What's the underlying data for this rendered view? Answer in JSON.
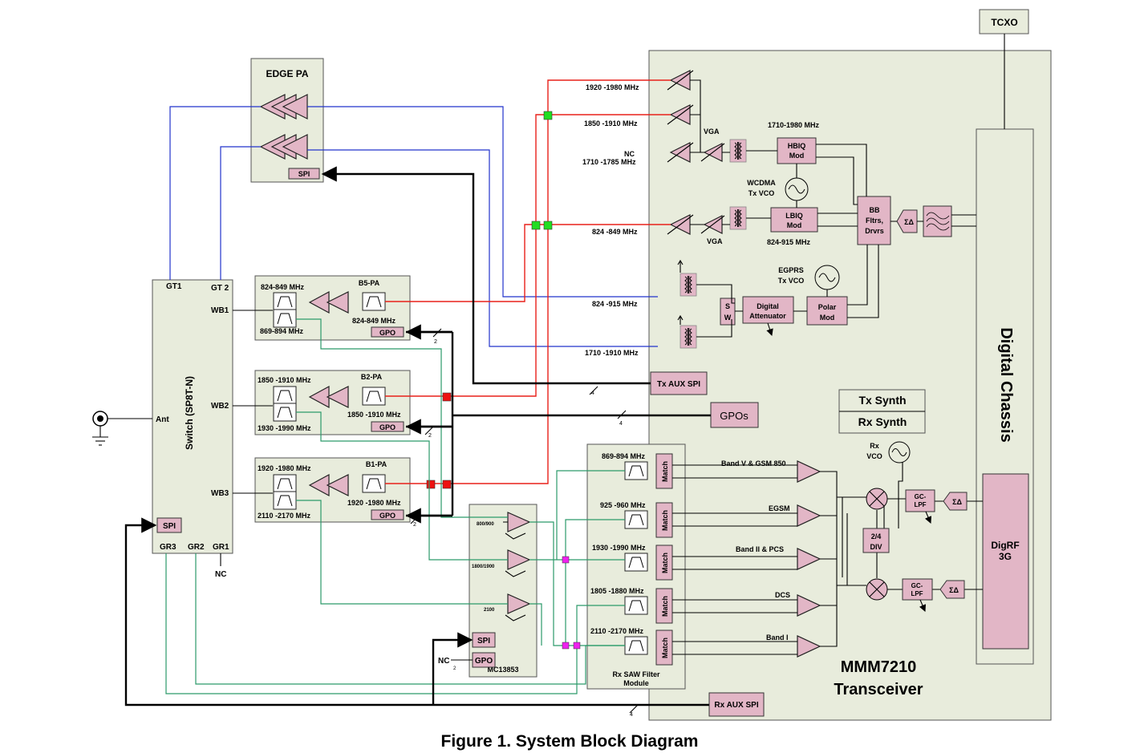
{
  "caption": "Figure 1. System Block Diagram",
  "tcxo": "TCXO",
  "transceiver": {
    "line1": "MMM7210",
    "line2": "Transceiver"
  },
  "digital_chassis": "Digital Chassis",
  "digrf": {
    "line1": "DigRF",
    "line2": "3G"
  },
  "synth": {
    "tx": "Tx Synth",
    "rx": "Rx Synth"
  },
  "edge_pa": {
    "title": "EDGE PA",
    "spi": "SPI"
  },
  "switch": {
    "title": "Switch (SP8T-N)",
    "gt1": "GT1",
    "gt2": "GT 2",
    "wb1": "WB1",
    "wb2": "WB2",
    "wb3": "WB3",
    "ant": "Ant",
    "spi": "SPI",
    "gr3": "GR3",
    "gr2": "GR2",
    "gr1": "GR1",
    "nc": "NC"
  },
  "pa_modules": [
    {
      "title": "B5-PA",
      "top": "824-849  MHz",
      "bottom": "869-894  MHz",
      "right": "824-849  MHz",
      "gpo": "GPO"
    },
    {
      "title": "B2-PA",
      "top": "1850 -1910  MHz",
      "bottom": "1930 -1990  MHz",
      "right": "1850 -1910  MHz",
      "gpo": "GPO"
    },
    {
      "title": "B1-PA",
      "top": "1920 -1980  MHz",
      "bottom": "2110 -2170  MHz",
      "right": "1920 -1980  MHz",
      "gpo": "GPO"
    }
  ],
  "tx_bands": {
    "b1": "1920 -1980  MHz",
    "b2": "1850 -1910  MHz",
    "nc": "NC",
    "b3": "1710 -1785  MHz",
    "b5": "824 -849  MHz",
    "gsm_low": "824 -915  MHz",
    "gsm_high": "1710 -1910  MHz"
  },
  "tx_chain": {
    "vga": "VGA",
    "hbiq_band": "1710-1980  MHz",
    "hbiq": {
      "line1": "HBIQ",
      "line2": "Mod"
    },
    "lbiq": {
      "line1": "LBIQ",
      "line2": "Mod"
    },
    "lbiq_band": "824-915  MHz",
    "wcdma_vco": {
      "line1": "WCDMA",
      "line2": "Tx VCO"
    },
    "egprs_vco": {
      "line1": "EGPRS",
      "line2": "Tx VCO"
    },
    "bb": {
      "line1": "BB",
      "line2": "Fltrs,",
      "line3": "Drvrs"
    },
    "sigma": "ΣΔ",
    "sw": {
      "line1": "S",
      "line2": "W"
    },
    "dig_att": {
      "line1": "Digital",
      "line2": "Attenuator"
    },
    "polar": {
      "line1": "Polar",
      "line2": "Mod"
    }
  },
  "tx_aux_spi": "Tx AUX SPI",
  "gpos": "GPOs",
  "rx_aux_spi": "Rx AUX SPI",
  "bus_widths": {
    "txspi": "4",
    "gpos": "4",
    "rxspi": "4",
    "b5gpo": "2",
    "b2gpo": "2",
    "b1gpo": "2",
    "lna_gpo": "2"
  },
  "mc13853": {
    "title": "MC13853",
    "lna1": "800/900",
    "lna2": "1800/1900",
    "lna3": "2100",
    "spi": "SPI",
    "gpo": "GPO",
    "nc": "NC"
  },
  "saw": {
    "title1": "Rx SAW Filter",
    "title2": "Module",
    "match": "Match",
    "bands": [
      "869-894  MHz",
      "925 -960  MHz",
      "1930 -1990  MHz",
      "1805 -1880  MHz",
      "2110 -2170  MHz"
    ]
  },
  "rx_labels": [
    "Band V & GSM 850",
    "EGSM",
    "Band II & PCS",
    "DCS",
    "Band I"
  ],
  "rx_chain": {
    "rx_vco": {
      "line1": "Rx",
      "line2": "VCO"
    },
    "div": {
      "line1": "2/4",
      "line2": "DIV"
    },
    "gclpf": {
      "line1": "GC-",
      "line2": "LPF"
    },
    "sigma": "ΣΔ"
  },
  "colors": {
    "rf_tx": "#e8201a",
    "blue": "#2233cc",
    "rx": "#2c9a6a",
    "block": "#e8ecdc",
    "pink": "#e2b6c6"
  }
}
